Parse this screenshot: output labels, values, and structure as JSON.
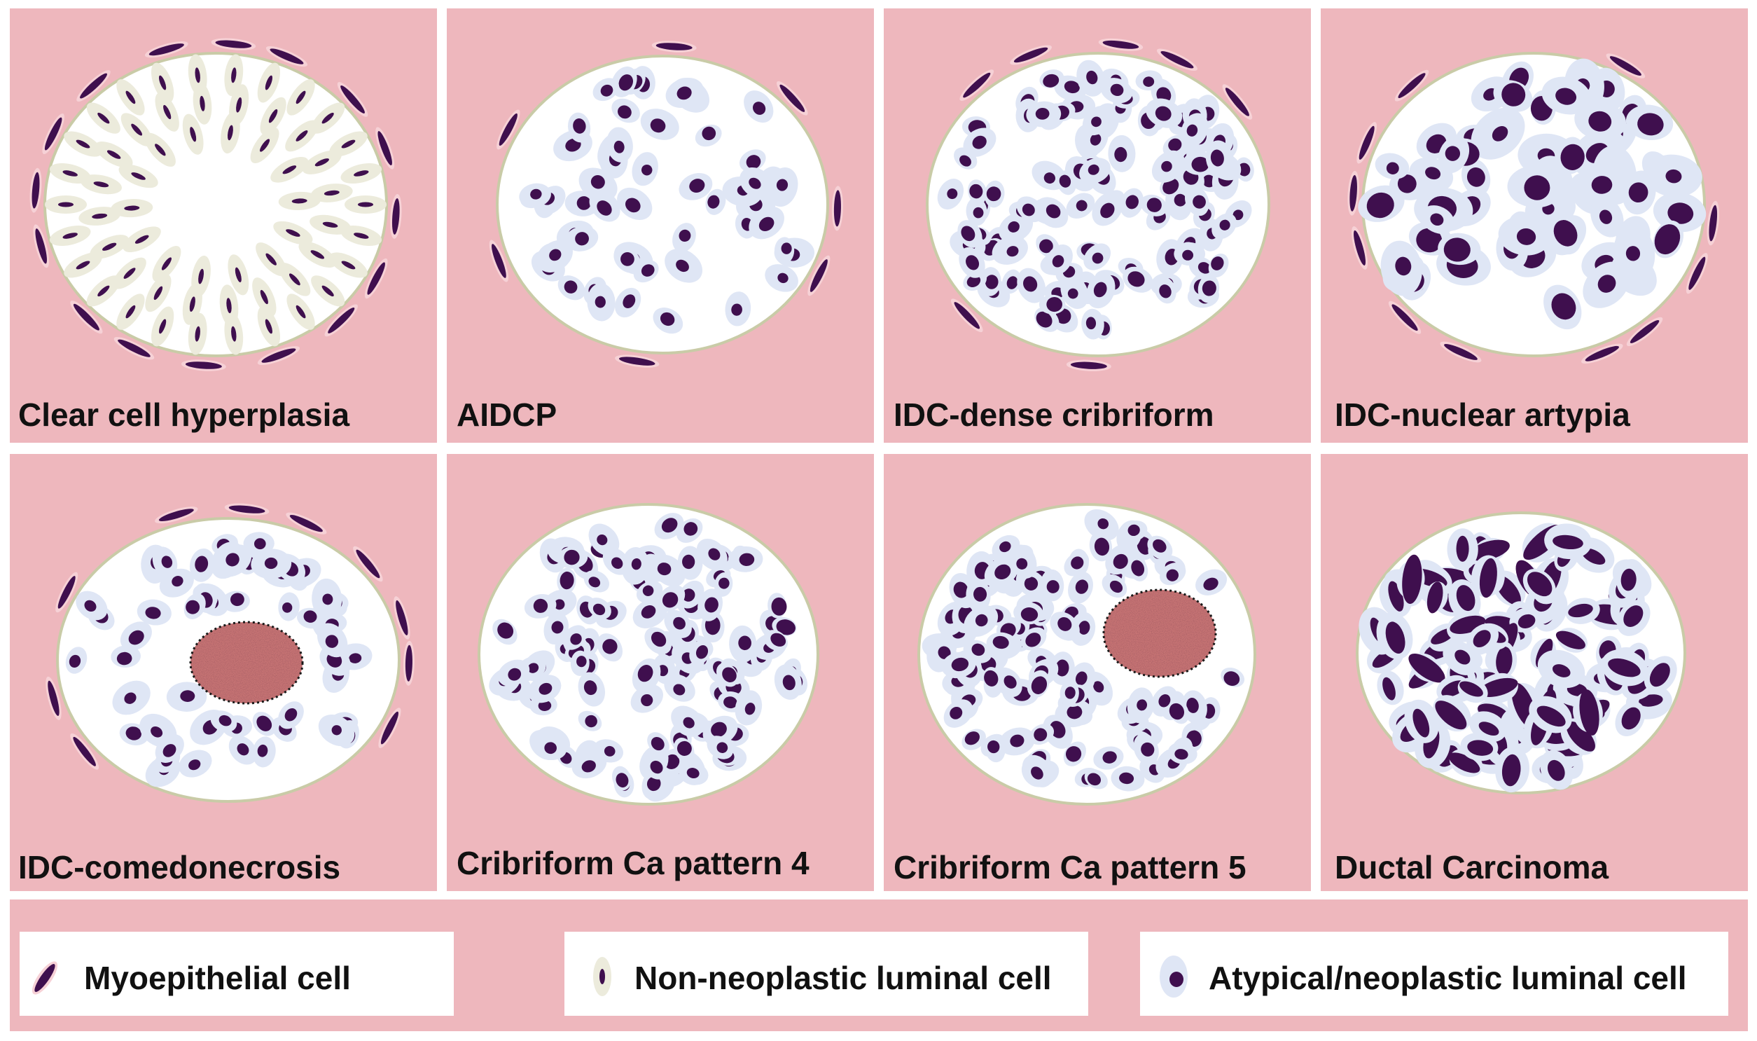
{
  "colors": {
    "background": "#ffffff",
    "stroma": "#eeb7bd",
    "lumen": "#ffffff",
    "lumen_border": "#c9cba7",
    "nucleus": "#3f0f4e",
    "neoplastic_cytoplasm": "#dfe6f5",
    "clear_cytoplasm": "#ecebdc",
    "myo_halo": "#f6d1d6",
    "necrosis": "#c77474"
  },
  "panels": [
    {
      "label": "Clear cell hyperplasia",
      "pattern": "clear-cell-hyperplasia"
    },
    {
      "label": "AIDCP",
      "pattern": "aidcp"
    },
    {
      "label": "IDC-dense cribriform",
      "pattern": "idc-dense-cribriform"
    },
    {
      "label": "IDC-nuclear artypia",
      "pattern": "idc-nuclear-atypia"
    },
    {
      "label": "IDC-comedonecrosis",
      "pattern": "idc-comedonecrosis"
    },
    {
      "label": "Cribriform Ca pattern 4",
      "pattern": "cribriform-ca-pattern-4"
    },
    {
      "label": "Cribriform Ca pattern 5",
      "pattern": "cribriform-ca-pattern-5"
    },
    {
      "label": "Ductal Carcinoma",
      "pattern": "ductal-carcinoma"
    }
  ],
  "legend": [
    {
      "label": "Myoepithelial cell",
      "icon": "myoepithelial-cell-icon"
    },
    {
      "label": "Non-neoplastic luminal cell",
      "icon": "non-neoplastic-luminal-cell-icon"
    },
    {
      "label": "Atypical/neoplastic luminal cell",
      "icon": "atypical-neoplastic-luminal-cell-icon"
    }
  ]
}
